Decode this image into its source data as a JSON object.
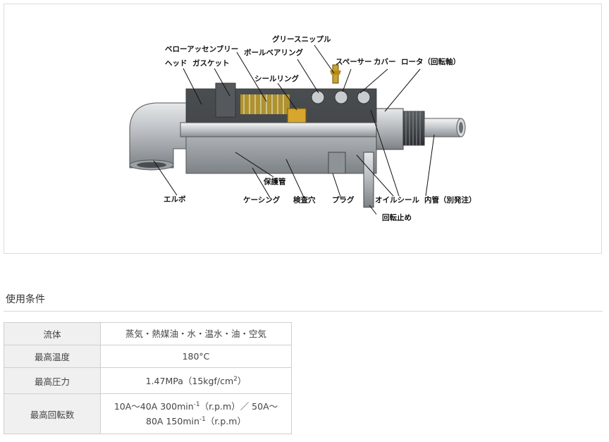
{
  "figure": {
    "labels": {
      "grease_nipple": "グリースニップル",
      "bellows_assembly": "ベローアッセンブリー",
      "ball_bearing": "ボールベアリング",
      "spacer": "スペーサー",
      "cover": "カバー",
      "rotor": "ロータ（回転軸）",
      "head": "ヘッド",
      "gasket": "ガスケット",
      "seal_ring": "シールリング",
      "elbow": "エルボ",
      "protective_tube": "保護管",
      "casing": "ケーシング",
      "inspection_hole": "検査穴",
      "plug": "プラグ",
      "oil_seal": "オイルシール",
      "inner_tube": "内管（別発注）",
      "rotation_stop": "回転止め"
    }
  },
  "section": {
    "title": "使用条件"
  },
  "spec_table": {
    "fluid_key": "流体",
    "fluid_val": "蒸気・熱媒油・水・温水・油・空気",
    "temp_key": "最高温度",
    "temp_val": "180°C",
    "pressure_key": "最高圧力",
    "pressure_val_a": "1.47MPa（15kgf/cm",
    "pressure_sup": "2",
    "pressure_val_b": "）",
    "rpm_key": "最高回転数",
    "rpm_l1a": "10A～40A 300min",
    "rpm_l1_sup": "-1",
    "rpm_l1b": "（r.p.m）／ 50A～",
    "rpm_l2a": "80A 150min",
    "rpm_l2_sup": "-1",
    "rpm_l2b": "（r.p.m）"
  }
}
